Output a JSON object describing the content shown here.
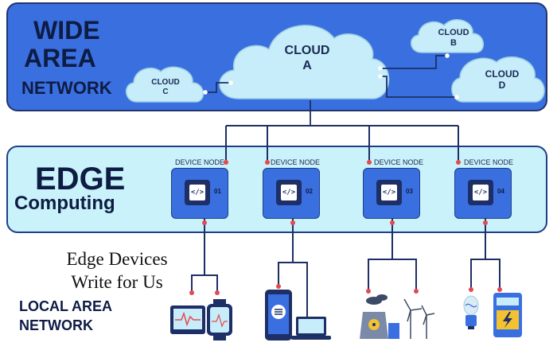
{
  "wan": {
    "title_line1": "WIDE",
    "title_line2": "AREA",
    "title_line3": "NETWORK"
  },
  "clouds": {
    "a": {
      "line1": "CLOUD",
      "line2": "A"
    },
    "b": {
      "line1": "CLOUD",
      "line2": "B"
    },
    "c": {
      "line1": "CLOUD",
      "line2": "C"
    },
    "d": {
      "line1": "CLOUD",
      "line2": "D"
    }
  },
  "edge": {
    "title_line1": "EDGE",
    "title_line2": "Computing"
  },
  "nodes": [
    {
      "label": "DEVICE NODE",
      "number": "01",
      "chip": "</>"
    },
    {
      "label": "DEVICE NODE",
      "number": "02",
      "chip": "</>"
    },
    {
      "label": "DEVICE NODE",
      "number": "03",
      "chip": "</>"
    },
    {
      "label": "DEVICE NODE",
      "number": "04",
      "chip": "</>"
    }
  ],
  "caption": {
    "line1": "Edge Devices",
    "line2": "Write for Us"
  },
  "lan": {
    "title_line1": "LOCAL AREA",
    "title_line2": "NETWORK"
  },
  "colors": {
    "wan_blue": "#3A6FE0",
    "edge_cyan": "#C9F2FA",
    "cloud_fill": "#C6EDF9",
    "connector": "#2B3A7A",
    "dot_red": "#E5484D"
  },
  "devices": {
    "group1": [
      "monitor-icon",
      "smartwatch-icon"
    ],
    "group2": [
      "smartphone-icon",
      "laptop-icon"
    ],
    "group3": [
      "power-plant-icon",
      "wind-turbine-icon"
    ],
    "group4": [
      "light-bulb-icon",
      "electric-meter-icon"
    ]
  }
}
